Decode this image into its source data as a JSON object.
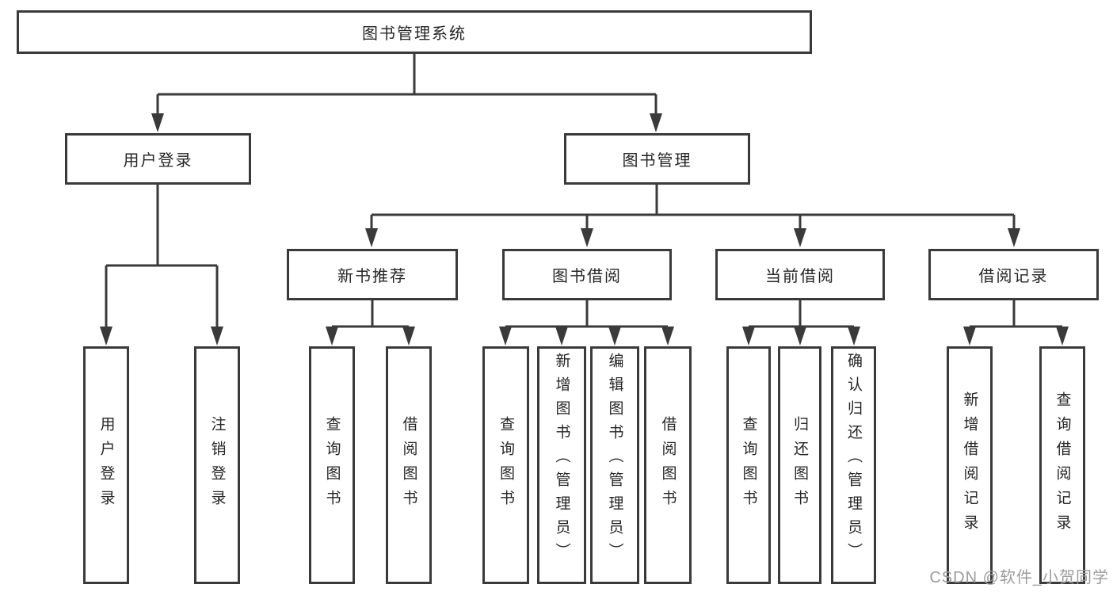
{
  "diagram": {
    "root": {
      "label": "图书管理系统"
    },
    "level1": [
      {
        "label": "用户登录",
        "leaves": [
          {
            "label": "用户登录"
          },
          {
            "label": "注销登录"
          }
        ]
      },
      {
        "label": "图书管理",
        "branches": [
          {
            "label": "新书推荐",
            "leaves": [
              {
                "label": "查询图书"
              },
              {
                "label": "借阅图书"
              }
            ]
          },
          {
            "label": "图书借阅",
            "leaves": [
              {
                "label": "查询图书"
              },
              {
                "label": "新增图书（管理员）"
              },
              {
                "label": "编辑图书（管理员）"
              },
              {
                "label": "借阅图书"
              }
            ]
          },
          {
            "label": "当前借阅",
            "leaves": [
              {
                "label": "查询图书"
              },
              {
                "label": "归还图书"
              },
              {
                "label": "确认归还（管理员）"
              }
            ]
          },
          {
            "label": "借阅记录",
            "leaves": [
              {
                "label": "新增借阅记录"
              },
              {
                "label": "查询借阅记录"
              }
            ]
          }
        ]
      }
    ]
  },
  "watermark": {
    "text": "CSDN @软件_小贺同学"
  },
  "colors": {
    "line": "#3a3a3a",
    "text": "#262626",
    "watermark": "#9c9c9c",
    "background": "#ffffff"
  }
}
